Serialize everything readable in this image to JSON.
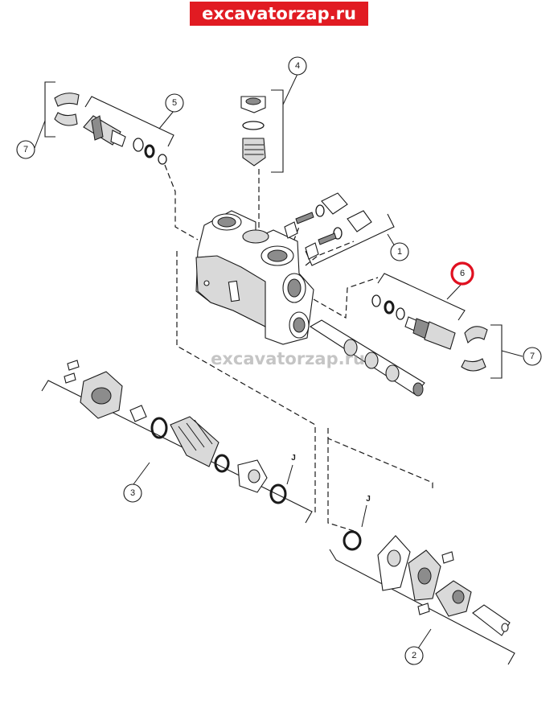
{
  "banner": {
    "text": "excavatorzap.ru",
    "background": "#e11b22"
  },
  "watermark": {
    "text": "excavatorzap.ru"
  },
  "callouts": {
    "c1": "1",
    "c2": "2",
    "c3": "3",
    "c4": "4",
    "c5": "5",
    "c6": "6",
    "c7a": "7",
    "c7b": "7"
  },
  "labels": {
    "j1": "J",
    "j2": "J"
  },
  "highlight_color": "#e01020"
}
